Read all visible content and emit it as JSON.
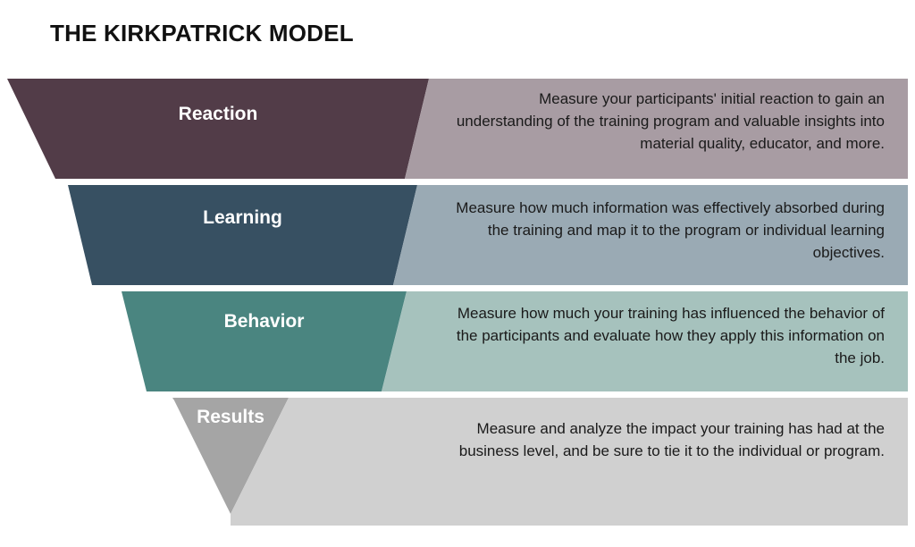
{
  "header": {
    "title": "THE KIRKPATRICK MODEL"
  },
  "diagram": {
    "type": "funnel",
    "orientation": "inverted-funnel",
    "level_count": 4,
    "levels": [
      {
        "index": 1,
        "label": "Reaction",
        "description": "Measure your participants' initial reaction to gain an understanding of the training program and valuable insights into material quality, educator, and more.",
        "funnel_color": "#523c48",
        "panel_color": "#a89ca3",
        "label_color": "#ffffff",
        "text_color": "#1a1a1a"
      },
      {
        "index": 2,
        "label": "Learning",
        "description": "Measure how much information was effectively absorbed during the training and map it to the program or individual learning objectives.",
        "funnel_color": "#375062",
        "panel_color": "#9aaab4",
        "label_color": "#ffffff",
        "text_color": "#1a1a1a"
      },
      {
        "index": 3,
        "label": "Behavior",
        "description": "Measure how much your training has influenced the behavior of the participants and evaluate how they apply this information on the job.",
        "funnel_color": "#4a8580",
        "panel_color": "#a6c2bd",
        "label_color": "#ffffff",
        "text_color": "#1a1a1a"
      },
      {
        "index": 4,
        "label": "Results",
        "description": "Measure and analyze the impact your training has had at the business level, and be sure to tie it to the individual or program.",
        "funnel_color": "#a5a5a5",
        "panel_color": "#d0d0d0",
        "label_color": "#ffffff",
        "text_color": "#1a1a1a"
      }
    ]
  }
}
